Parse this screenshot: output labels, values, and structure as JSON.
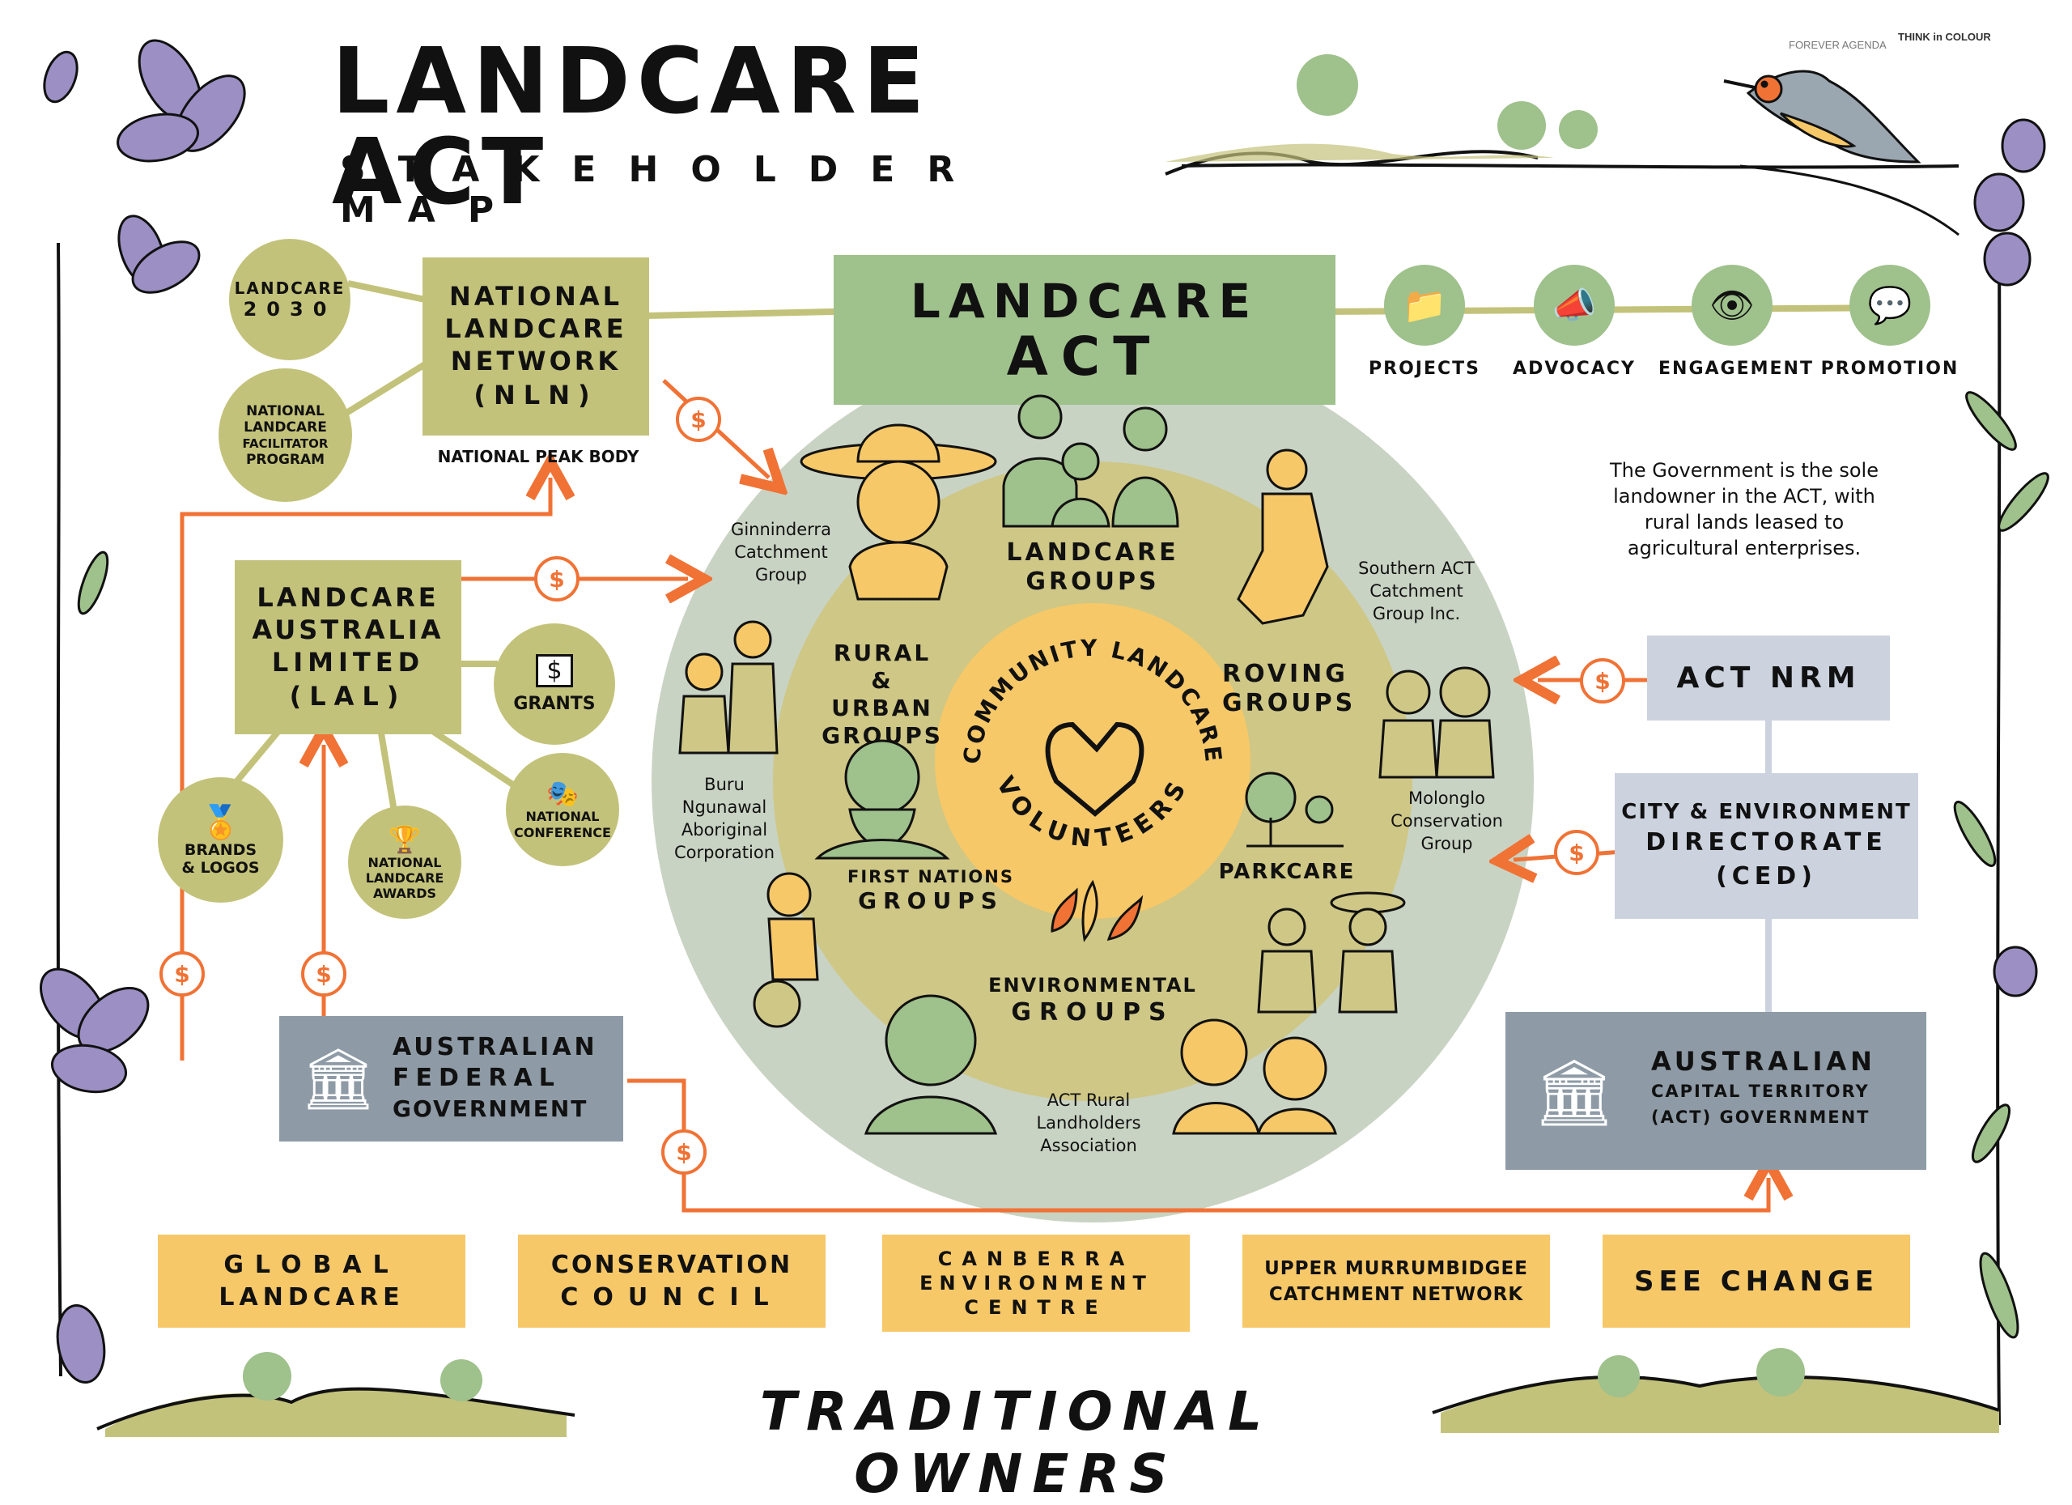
{
  "header": {
    "title": "LANDCARE ACT",
    "subtitle": "STAKEHOLDER MAP",
    "logo_left": "FOREVER AGENDA",
    "logo_right": "THINK in COLOUR"
  },
  "landcare_act": {
    "label_line1": "LANDCARE",
    "label_line2": "ACT"
  },
  "activities": [
    {
      "label": "PROJECTS",
      "icon": "folder-icon"
    },
    {
      "label": "ADVOCACY",
      "icon": "megaphone-icon"
    },
    {
      "label": "ENGAGEMENT",
      "icon": "eye-icon"
    },
    {
      "label": "PROMOTION",
      "icon": "speech-bubble-icon"
    }
  ],
  "nln": {
    "line1": "NATIONAL",
    "line2": "LANDCARE",
    "line3": "NETWORK",
    "line4": "(NLN)",
    "caption": "NATIONAL PEAK BODY",
    "landcare2030_line1": "LANDCARE",
    "landcare2030_line2": "2030",
    "nlfp_line1": "NATIONAL",
    "nlfp_line2": "LANDCARE",
    "nlfp_line3": "FACILITATOR",
    "nlfp_line4": "PROGRAM"
  },
  "lal": {
    "line1": "LANDCARE",
    "line2": "AUSTRALIA",
    "line3": "LIMITED",
    "line4": "(LAL)",
    "grants": "GRANTS",
    "brands_line1": "BRANDS",
    "brands_line2": "& LOGOS",
    "awards_line1": "NATIONAL",
    "awards_line2": "LANDCARE",
    "awards_line3": "AWARDS",
    "conference_line1": "NATIONAL",
    "conference_line2": "CONFERENCE"
  },
  "federal": {
    "line1": "AUSTRALIAN",
    "line2": "FEDERAL",
    "line3": "GOVERNMENT"
  },
  "act_gov": {
    "line1": "AUSTRALIAN",
    "line2": "CAPITAL TERRITORY",
    "line3": "(ACT) GOVERNMENT"
  },
  "act_nrm": "ACT NRM",
  "ced": {
    "line1": "CITY & ENVIRONMENT",
    "line2": "DIRECTORATE",
    "line3": "(CED)"
  },
  "government_note": {
    "line1": "The Government is the sole",
    "line2": "landowner in the ACT, with",
    "line3": "rural lands leased to",
    "line4": "agricultural enterprises."
  },
  "centre": {
    "arc_top": "COMMUNITY LANDCARE",
    "arc_bottom": "VOLUNTEERS",
    "groups": {
      "landcare_line1": "LANDCARE",
      "landcare_line2": "GROUPS",
      "rural_line1": "RURAL &",
      "rural_line2": "URBAN",
      "rural_line3": "GROUPS",
      "roving_line1": "ROVING",
      "roving_line2": "GROUPS",
      "first_nations_line1": "FIRST NATIONS",
      "first_nations_line2": "GROUPS",
      "parkcare": "PARKCARE",
      "environmental_line1": "ENVIRONMENTAL",
      "environmental_line2": "GROUPS"
    }
  },
  "examples": {
    "ginninderra": [
      "Ginninderra",
      "Catchment",
      "Group"
    ],
    "southern_act": [
      "Southern ACT",
      "Catchment",
      "Group Inc."
    ],
    "buru": [
      "Buru",
      "Ngunawal",
      "Aboriginal",
      "Corporation"
    ],
    "molonglo": [
      "Molonglo",
      "Conservation",
      "Group"
    ],
    "act_rural": [
      "ACT Rural",
      "Landholders",
      "Association"
    ]
  },
  "dollar_symbol": "$",
  "partners": [
    {
      "line1": "GLOBAL",
      "line2": "LANDCARE"
    },
    {
      "line1": "CONSERVATION",
      "line2": "COUNCIL"
    },
    {
      "line1": "CANBERRA",
      "line2": "ENVIRONMENT",
      "line3": "CENTRE"
    },
    {
      "line1": "UPPER MURRUMBIDGEE",
      "line2": "CATCHMENT NETWORK"
    },
    {
      "line1": "SEE CHANGE"
    }
  ],
  "footer": "TRADITIONAL OWNERS",
  "colors": {
    "olive": "#c3c27a",
    "green": "#9fc18c",
    "slate": "#8e9ba6",
    "pale": "#ccd3df",
    "yellow": "#f6c868",
    "outer_circle": "#c9d3c3",
    "middle_circle": "#cfc785",
    "inner_circle": "#f6c868",
    "arrow": "#f07235",
    "lavender": "#9b8fc4"
  }
}
